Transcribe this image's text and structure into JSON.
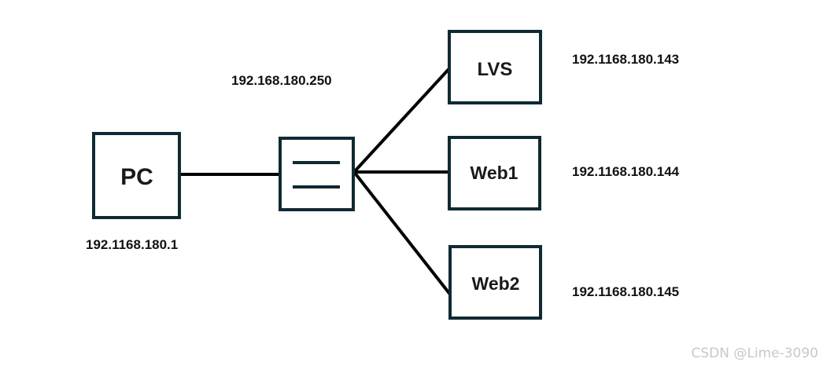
{
  "nodes": {
    "pc": {
      "label": "PC",
      "ip": "192.1168.180.1"
    },
    "switch": {
      "ip": "192.168.180.250"
    },
    "lvs": {
      "label": "LVS",
      "ip": "192.1168.180.143"
    },
    "web1": {
      "label": "Web1",
      "ip": "192.1168.180.144"
    },
    "web2": {
      "label": "Web2",
      "ip": "192.1168.180.145"
    }
  },
  "watermark": "CSDN @Lime-3090",
  "colors": {
    "box_stroke": "#0f2a33",
    "line": "#000000",
    "watermark": "#c8c8c8"
  }
}
